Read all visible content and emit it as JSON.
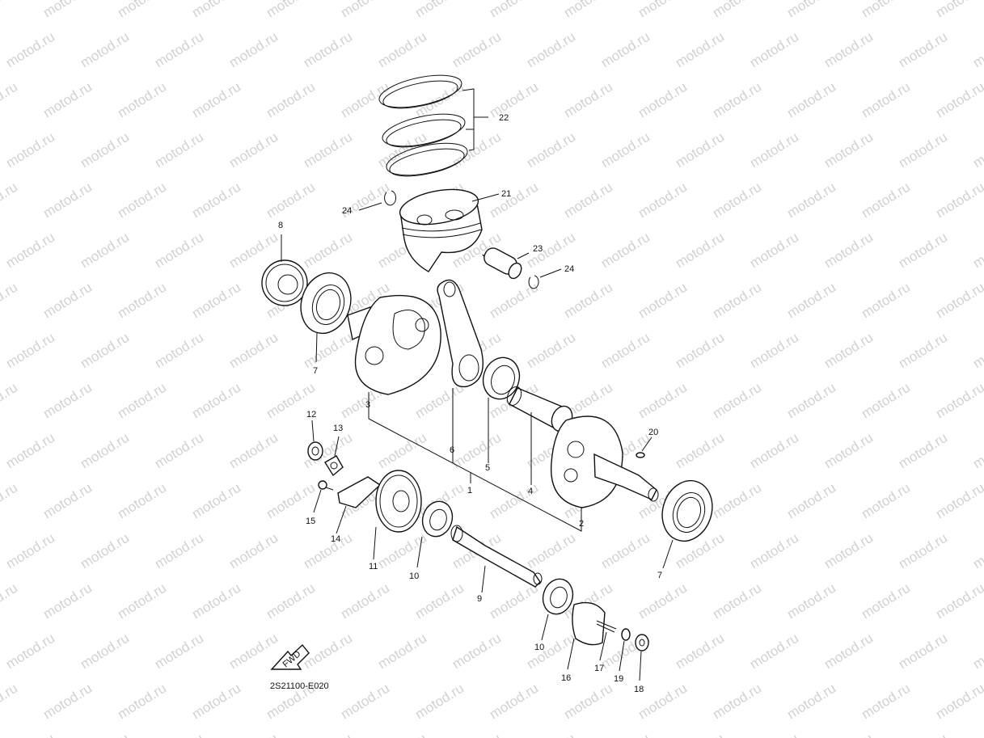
{
  "watermark": {
    "text": "motod.ru"
  },
  "drawing_code": "2S21100-E020",
  "fwd_label": "FWD",
  "callouts": {
    "c1": "1",
    "c2": "2",
    "c3": "3",
    "c4": "4",
    "c5": "5",
    "c6": "6",
    "c7a": "7",
    "c7b": "7",
    "c8": "8",
    "c9": "9",
    "c10a": "10",
    "c10b": "10",
    "c11": "11",
    "c12": "12",
    "c13": "13",
    "c14": "14",
    "c15": "15",
    "c16": "16",
    "c17": "17",
    "c18": "18",
    "c19": "19",
    "c20": "20",
    "c21": "21",
    "c22": "22",
    "c23": "23",
    "c24a": "24",
    "c24b": "24"
  },
  "colors": {
    "line": "#111111",
    "watermark": "#d2d2d2",
    "background": "#ffffff"
  }
}
